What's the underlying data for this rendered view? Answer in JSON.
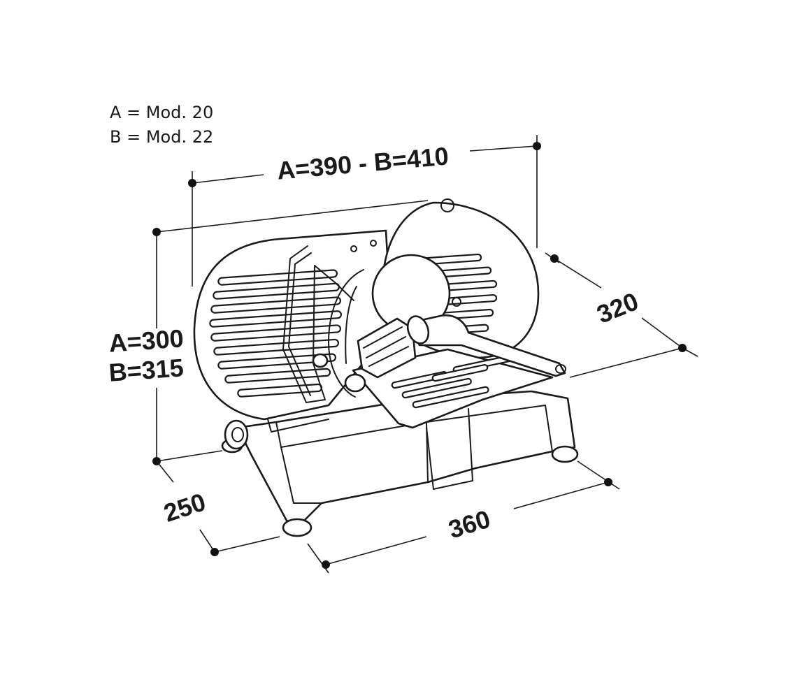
{
  "legend": {
    "line_a": "A = Mod. 20",
    "line_b": "B = Mod. 22"
  },
  "dimensions": {
    "width": "A=390 - B=410",
    "height_a": "A=300",
    "height_b": "B=315",
    "depth_right": "320",
    "depth_left": "250",
    "base_length": "360"
  }
}
